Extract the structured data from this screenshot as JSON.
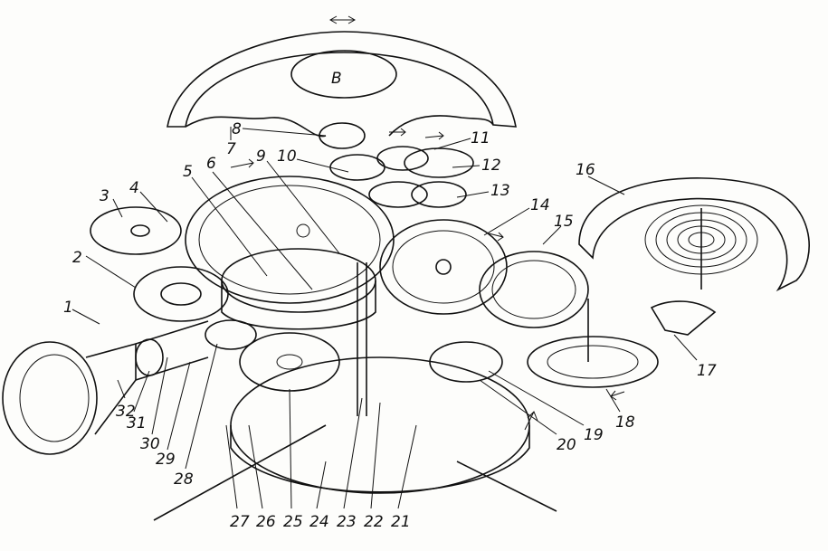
{
  "callouts": [
    {
      "id": "1",
      "text": "1"
    },
    {
      "id": "2",
      "text": "2"
    },
    {
      "id": "3",
      "text": "3"
    },
    {
      "id": "4",
      "text": "4"
    },
    {
      "id": "5",
      "text": "5"
    },
    {
      "id": "6",
      "text": "6"
    },
    {
      "id": "7",
      "text": "7"
    },
    {
      "id": "8",
      "text": "8"
    },
    {
      "id": "9",
      "text": "9"
    },
    {
      "id": "10",
      "text": "10"
    },
    {
      "id": "11",
      "text": "11"
    },
    {
      "id": "12",
      "text": "12"
    },
    {
      "id": "13",
      "text": "13"
    },
    {
      "id": "14",
      "text": "14"
    },
    {
      "id": "15",
      "text": "15"
    },
    {
      "id": "16",
      "text": "16"
    },
    {
      "id": "17",
      "text": "17"
    },
    {
      "id": "18",
      "text": "18"
    },
    {
      "id": "19",
      "text": "19"
    },
    {
      "id": "20",
      "text": "20"
    },
    {
      "id": "21",
      "text": "21"
    },
    {
      "id": "22",
      "text": "22"
    },
    {
      "id": "23",
      "text": "23"
    },
    {
      "id": "24",
      "text": "24"
    },
    {
      "id": "25",
      "text": "25"
    },
    {
      "id": "26",
      "text": "26"
    },
    {
      "id": "27",
      "text": "27"
    },
    {
      "id": "28",
      "text": "28"
    },
    {
      "id": "29",
      "text": "29"
    },
    {
      "id": "30",
      "text": "30"
    },
    {
      "id": "31",
      "text": "31"
    },
    {
      "id": "32",
      "text": "32"
    }
  ],
  "dial_logo": "B",
  "colors": {
    "ink": "#111111",
    "paper": "#fdfdfb"
  }
}
